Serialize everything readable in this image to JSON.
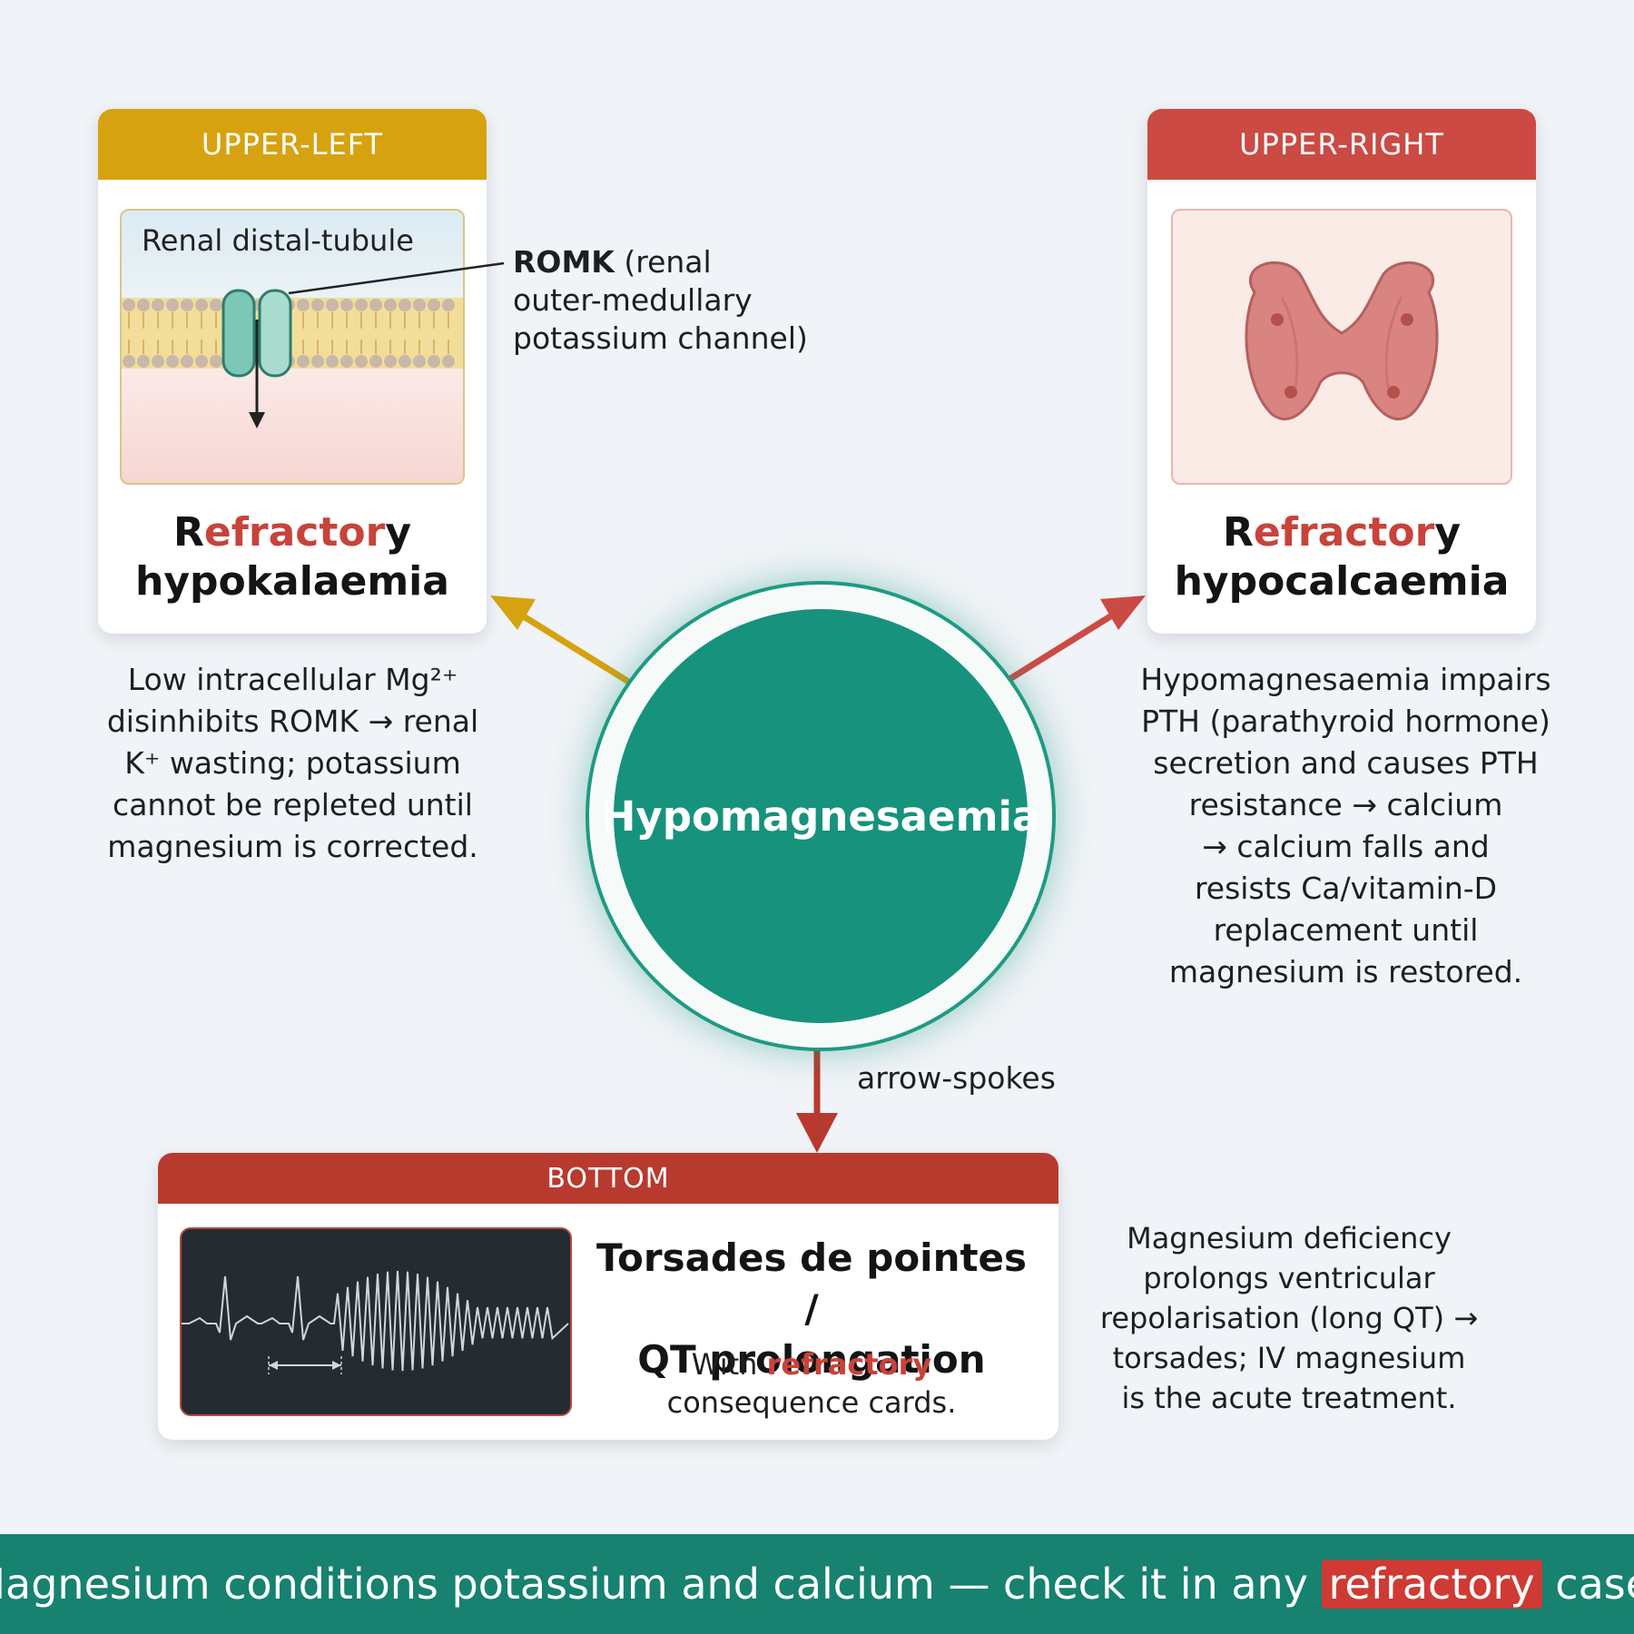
{
  "hub": {
    "label": "Hypomagnesaemia"
  },
  "upper_left": {
    "header": "UPPER-LEFT",
    "diagram_label": "Renal distal-tubule",
    "channel_callout_name": "ROMK",
    "channel_callout_rest": " (renal",
    "channel_callout_line2": "outer-medullary",
    "channel_callout_line3": "potassium channel)",
    "title_r": "R",
    "title_mid": "efractor",
    "title_y": "y",
    "title_line2": "hypokalaemia",
    "note_lines": [
      "Low intracellular Mg²⁺",
      "disinhibits ROMK → renal",
      "K⁺ wasting; potassium",
      "cannot be repleted until",
      "magnesium is corrected."
    ],
    "accent_color": "#d6a20f"
  },
  "upper_right": {
    "header": "UPPER-RIGHT",
    "title_r": "R",
    "title_mid": "efractor",
    "title_y": "y",
    "title_line2": "hypocalcaemia",
    "note_lines": [
      "Hypomagnesaemia impairs",
      "PTH (parathyroid hormone)",
      "secretion and causes PTH",
      "resistance → calcium",
      "→ calcium falls and",
      "resists Ca/vitamin-D",
      "replacement until",
      "magnesium is restored."
    ],
    "accent_color": "#cc4a44"
  },
  "bottom": {
    "header": "BOTTOM",
    "title_line1": "Torsades de pointes /",
    "title_line2": "QT prolongation",
    "sub_prefix": "With ",
    "sub_highlight": "refractory",
    "sub_line2": "consequence cards.",
    "note_lines": [
      "Magnesium deficiency",
      "prolongs ventricular",
      "repolarisation (long QT) →",
      "torsades; IV magnesium",
      "is the acute treatment."
    ],
    "accent_color": "#b83a2e"
  },
  "spoke_label": "arrow-spokes",
  "banner": {
    "prefix": "Magnesium conditions potassium and calcium — check it in any ",
    "highlight": "refractory",
    "suffix": " case."
  },
  "colors": {
    "hub": "#17927d",
    "yellow": "#d6a20f",
    "red": "#cc4a44",
    "banner": "#16826f"
  }
}
